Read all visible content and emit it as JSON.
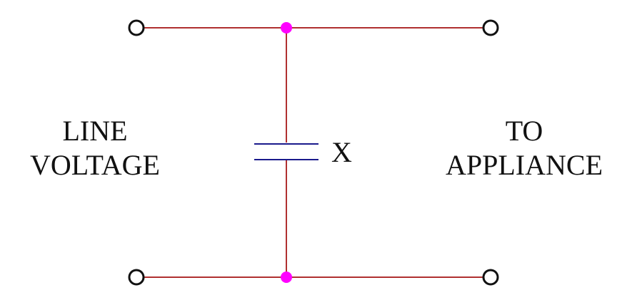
{
  "labels": {
    "left_line1": "LINE",
    "left_line2": "VOLTAGE",
    "right_line1": "TO",
    "right_line2": "APPLIANCE",
    "capacitor": "X"
  },
  "colors": {
    "wire": "#b03030",
    "junction": "#ff00ff",
    "capacitor_plate": "#1a1a8c",
    "terminal": "#111111",
    "text": "#111111"
  }
}
